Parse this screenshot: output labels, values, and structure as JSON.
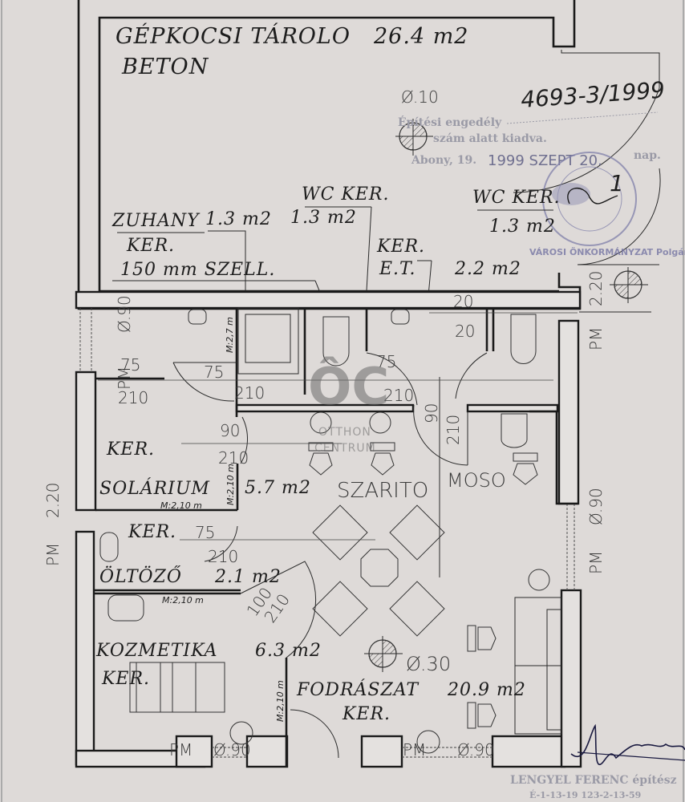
{
  "drawing": {
    "rooms": {
      "garage": {
        "name": "GÉPKOCSI TÁROLO",
        "area": "26.4 m2",
        "floor": "BETON"
      },
      "shower": {
        "name": "ZUHANY",
        "area": "1.3 m2",
        "floor": "KER.",
        "note": "150 mm SZELL."
      },
      "wc1": {
        "name": "WC KER.",
        "area": "1.3 m2"
      },
      "wc2": {
        "name": "WC KER.",
        "area": "1.3 m2"
      },
      "hall": {
        "floor": "KER.",
        "name": "E.T.",
        "area": "2.2 m2"
      },
      "solarium": {
        "floor": "KER.",
        "name": "SOLÁRIUM",
        "area": "5.7 m2"
      },
      "dryer": {
        "name": "SZARITO"
      },
      "laundry": {
        "name": "MOSO"
      },
      "changing": {
        "floor": "KER.",
        "name": "ÖLTÖZŐ",
        "area": "2.1 m2"
      },
      "cosmetics": {
        "name": "KOZMETIKA",
        "area": "6.3 m2",
        "floor": "KER."
      },
      "hairdresser": {
        "name": "FODRÁSZAT",
        "area": "20.9 m2",
        "floor": "KER."
      }
    },
    "dimensions": {
      "d_20_a": "20",
      "d_20_b": "20",
      "d_75_a": "75",
      "d_75_b": "75",
      "d_75_c": "75",
      "d_75_d": "75",
      "d_210_a": "210",
      "d_210_b": "210",
      "d_210_c": "210",
      "d_210_d": "210",
      "d_210_e": "210",
      "d_210_f": "210",
      "d_210_g": "210",
      "d_90_a": "90",
      "d_90_b": "90",
      "d_100": "100",
      "pm": "PM",
      "sill_090": "Ø.90",
      "sill_220": "2.20",
      "sill_030": "Ø.30",
      "sill_010": "Ø.10"
    },
    "heights": {
      "h_27": "M:2,7 m",
      "h_210": "M:2,10 m"
    },
    "approval": {
      "permit_label": "Építési engedély",
      "permit_number": "4693-3/1999",
      "issued_label": "szám alatt kiadva.",
      "place_date_label": "Abony, 19.",
      "date_stamp": "1999 SZEPT 20.",
      "day_label": "nap.",
      "seal_text": "VÁROSI ÖNKORMÁNYZAT Polgármesteri Hivatala",
      "seal_number": "1",
      "architect_stamp": "LENGYEL FERENC építész",
      "architect_reg": "É-1-13-19 123-2-13-59"
    },
    "watermark": {
      "logo": "ÔC",
      "text_1": "OTTHON",
      "text_2": "CENTRUM"
    }
  }
}
